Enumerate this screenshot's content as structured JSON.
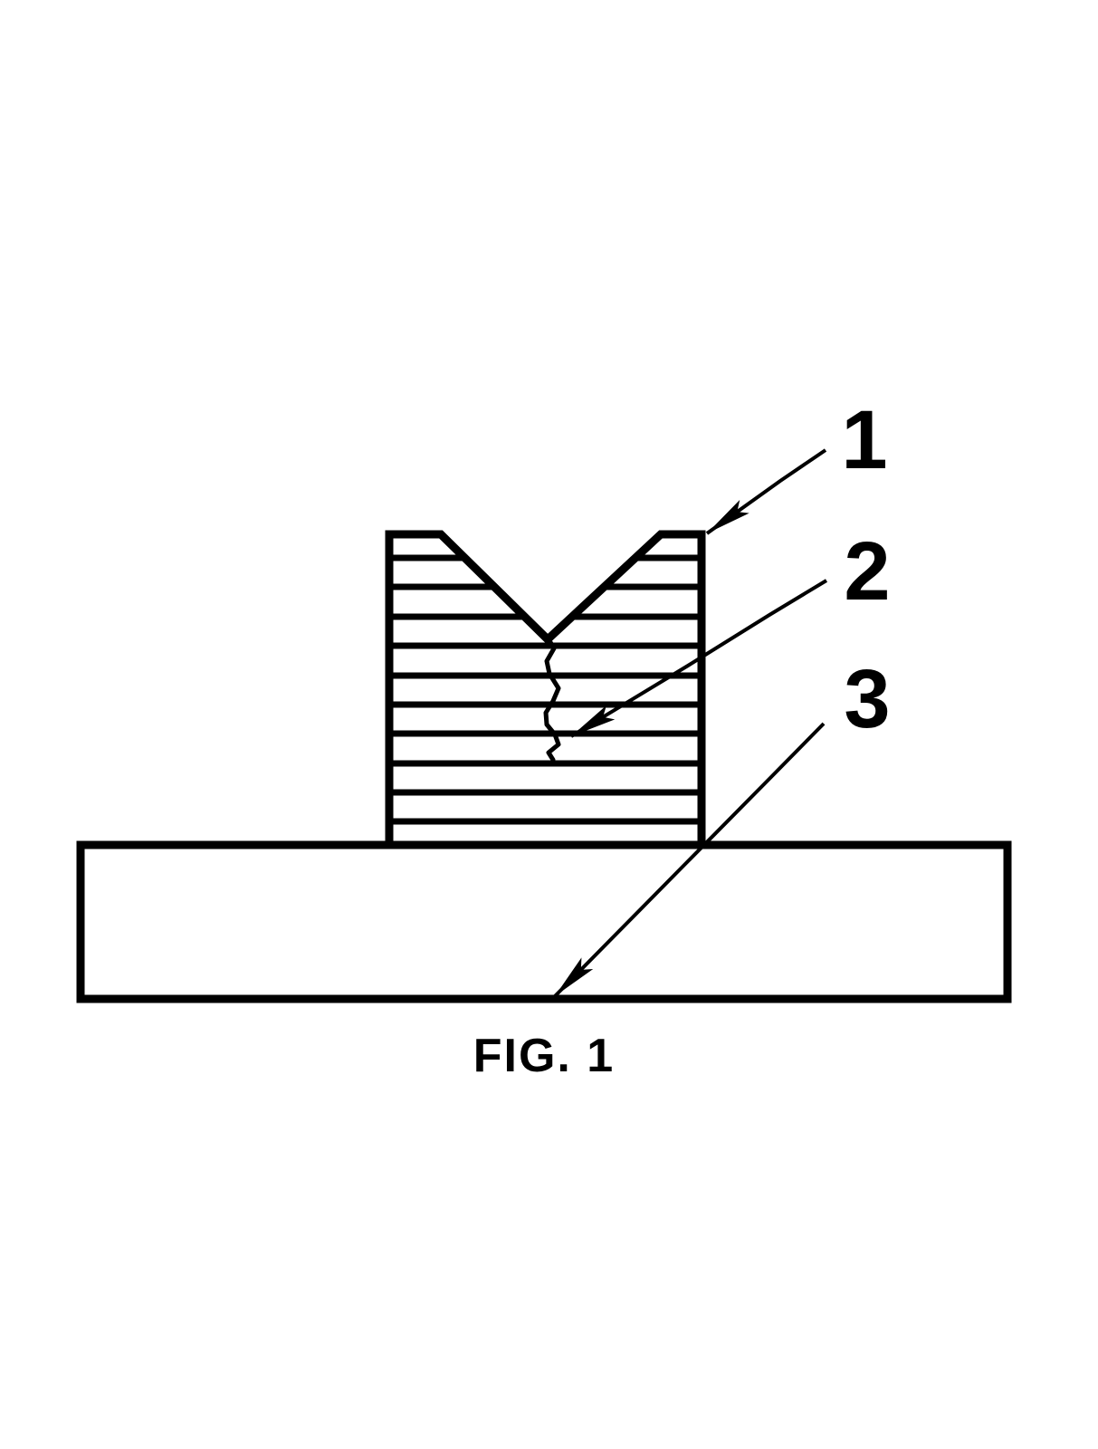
{
  "figure": {
    "caption": "FIG. 1",
    "labels": [
      {
        "text": "1"
      },
      {
        "text": "2"
      },
      {
        "text": "3"
      }
    ],
    "colors": {
      "ink": "#000000",
      "background": "#ffffff"
    }
  }
}
